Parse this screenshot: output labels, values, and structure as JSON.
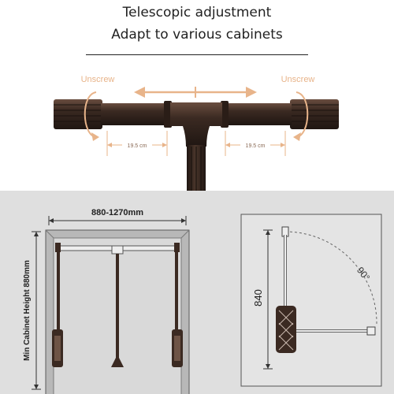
{
  "headline": {
    "line1": "Telescopic adjustment",
    "line2": "Adapt to various cabinets"
  },
  "telescopic": {
    "left_label": "Unscrew",
    "right_label": "Unscrew",
    "left_dimension": "19.5 cm",
    "right_dimension": "19.5 cm",
    "rod_color": "#3b2a22",
    "arrow_color": "#e8b48a"
  },
  "front_view": {
    "width_label": "880-1270mm",
    "height_label": "Min Cabinet Height 880mm"
  },
  "side_view": {
    "height_label": "840",
    "angle_label": "90°"
  },
  "colors": {
    "background_bottom": "#dfdfdf",
    "cabinet_fill": "#b8b8b8",
    "rod_dark": "#3b2a22"
  }
}
